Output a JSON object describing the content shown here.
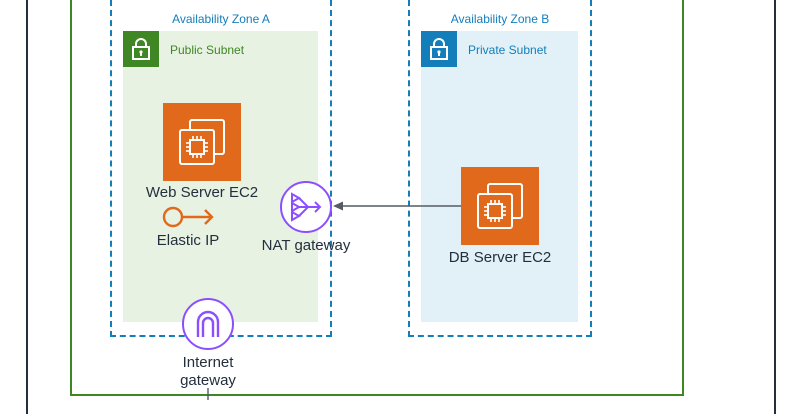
{
  "diagram": {
    "availability_zones": [
      {
        "label": "Availability Zone A"
      },
      {
        "label": "Availability Zone B"
      }
    ],
    "subnets": {
      "public": {
        "label": "Public Subnet",
        "icon": "lock-icon"
      },
      "private": {
        "label": "Private Subnet",
        "icon": "lock-icon"
      }
    },
    "nodes": {
      "web_server": {
        "label": "Web Server EC2",
        "icon": "ec2-instance-icon"
      },
      "elastic_ip": {
        "label": "Elastic IP",
        "icon": "elastic-ip-icon"
      },
      "nat_gateway": {
        "label": "NAT gateway",
        "icon": "nat-gateway-icon"
      },
      "db_server": {
        "label": "DB Server EC2",
        "icon": "ec2-instance-icon"
      },
      "internet_gateway": {
        "label_line1": "Internet",
        "label_line2": "gateway",
        "icon": "internet-gateway-icon"
      }
    },
    "connections": [
      {
        "from": "DB Server EC2",
        "to": "NAT gateway",
        "style": "arrow"
      }
    ],
    "colors": {
      "aws_cloud_border": "#232f3e",
      "vpc_border": "#3f8624",
      "availability_zone_border": "#147eba",
      "public_subnet_fill": "#e8f2e3",
      "public_subnet_accent": "#3f8624",
      "private_subnet_fill": "#e2f1f8",
      "private_subnet_accent": "#147eba",
      "ec2_fill": "#e0691b",
      "gateway_accent": "#8c4fff",
      "connector": "#545b64"
    }
  }
}
